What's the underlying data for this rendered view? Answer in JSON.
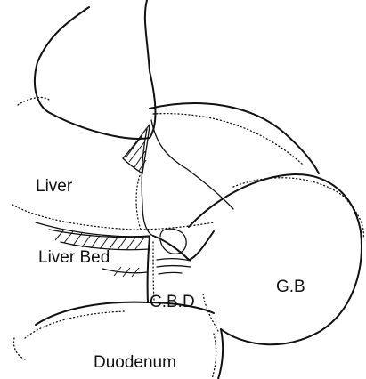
{
  "diagram": {
    "labels": {
      "liver": "Liver",
      "liver_bed": "Liver Bed",
      "cbd": "C.B.D",
      "gallbladder": "G.B",
      "duodenum": "Duodenum"
    },
    "stroke_color": "#111111",
    "background_color": "#ffffff"
  }
}
